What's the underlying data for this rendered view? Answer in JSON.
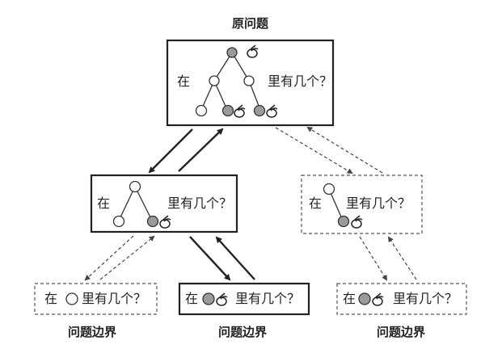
{
  "captions": {
    "top": "原问题",
    "bottom_left": "问题边界",
    "bottom_middle": "问题边界",
    "bottom_right": "问题边界"
  },
  "top_box": {
    "prefix": "在",
    "suffix": "里有几个？"
  },
  "mid_left_box": {
    "prefix": "在",
    "suffix": "里有几个？"
  },
  "mid_right_box": {
    "prefix": "在",
    "suffix": "里有几个？"
  },
  "bottom_left_box": {
    "prefix": "在",
    "suffix": "里有几个？"
  },
  "bottom_middle_box": {
    "prefix": "在",
    "suffix": "里有几个？"
  },
  "bottom_right_box": {
    "prefix": "在",
    "suffix": "里有几个？"
  },
  "icons": {
    "marker": "apple-icon",
    "node_filled": "filled-node-icon",
    "node_empty": "empty-node-icon"
  },
  "colors": {
    "filled_node": "#9a9a9a",
    "line": "#222222"
  }
}
